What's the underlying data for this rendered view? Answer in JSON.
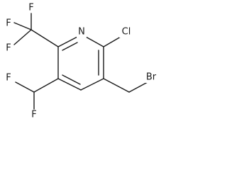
{
  "molecule": {
    "atoms": {
      "F1": "F",
      "F2": "F",
      "F3": "F",
      "N": "N",
      "Cl": "Cl",
      "F4": "F",
      "F5": "F",
      "Br": "Br"
    }
  }
}
